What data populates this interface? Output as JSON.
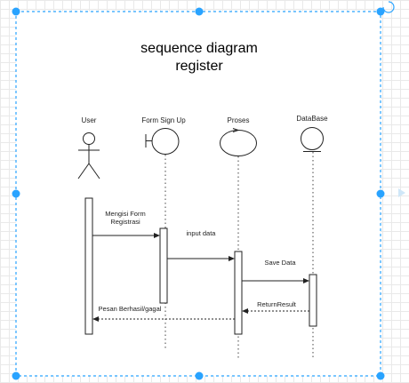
{
  "title": {
    "line1": "sequence diagram",
    "line2": "register"
  },
  "participants": {
    "user": "User",
    "form": "Form Sign Up",
    "proses": "Proses",
    "database": "DataBase"
  },
  "messages": {
    "m1_line1": "Mengisi Form",
    "m1_line2": "Registrasi",
    "m2": "input data",
    "m3": "Save Data",
    "m4": "ReturnResult",
    "m5": "Pesan Berhasil/gagal"
  },
  "colors": {
    "selection": "#29a3ff",
    "grid": "#e9e9e9",
    "stroke": "#222222"
  }
}
